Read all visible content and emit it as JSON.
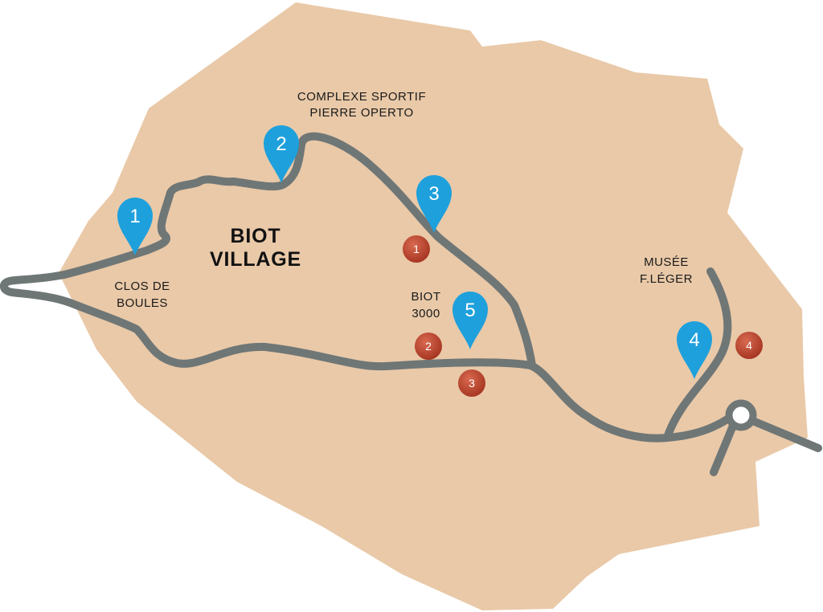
{
  "colors": {
    "area": "#e9c9a8",
    "road": "#6f7676",
    "pin": "#1ea0dc",
    "marker": "#b5402e",
    "background": "#ffffff"
  },
  "icons": {
    "pin": "map-pin-icon",
    "marker": "numbered-circle-icon",
    "roundabout": "roundabout-icon"
  },
  "labels": {
    "biot_village": [
      "BIOT",
      "VILLAGE"
    ],
    "complexe": [
      "COMPLEXE SPORTIF",
      "PIERRE OPERTO"
    ],
    "clos": [
      "CLOS DE",
      "BOULES"
    ],
    "biot3000": [
      "BIOT",
      "3000"
    ],
    "musee": [
      "MUSÉE",
      "F.LÉGER"
    ]
  },
  "pins": [
    {
      "number": "1"
    },
    {
      "number": "2"
    },
    {
      "number": "3"
    },
    {
      "number": "4"
    },
    {
      "number": "5"
    }
  ],
  "markers": [
    {
      "number": "1"
    },
    {
      "number": "2"
    },
    {
      "number": "3"
    },
    {
      "number": "4"
    }
  ]
}
